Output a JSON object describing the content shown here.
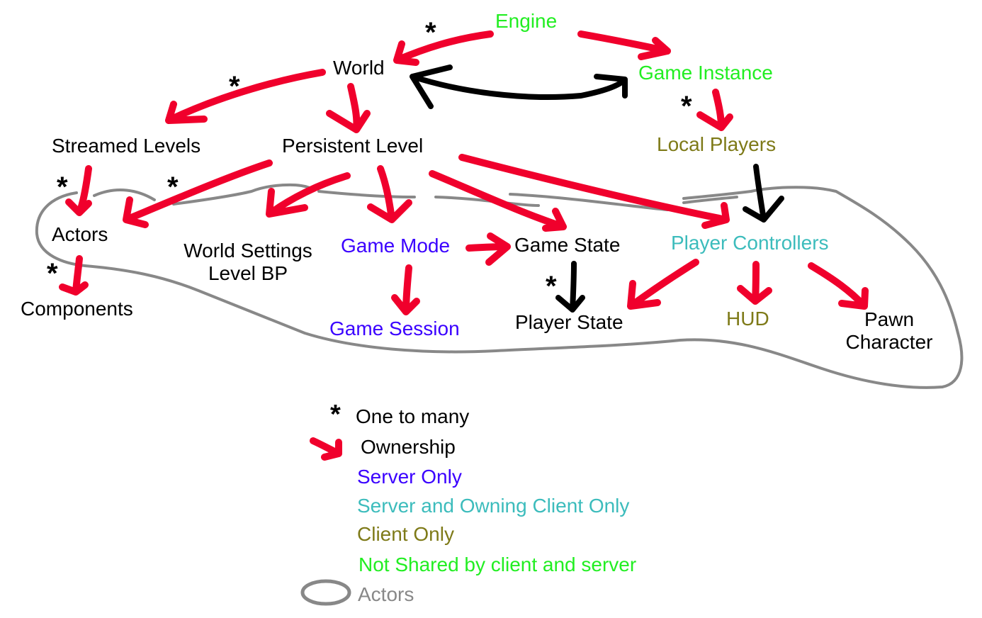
{
  "colors": {
    "ownership_arrow": "#f0002c",
    "reference_arrow": "#000000",
    "actors_outline": "#888888",
    "default_text": "#000000",
    "server_only": "#3a00ff",
    "server_and_owning_client_only": "#3cbcbc",
    "client_only": "#7e7a18",
    "not_shared": "#22ee22",
    "actors_legend": "#888888"
  },
  "nodes": {
    "engine": {
      "label": "Engine",
      "category": "not_shared"
    },
    "world": {
      "label": "World",
      "category": "default"
    },
    "game_instance": {
      "label": "Game Instance",
      "category": "not_shared"
    },
    "streamed_levels": {
      "label": "Streamed Levels",
      "category": "default"
    },
    "persistent_level": {
      "label": "Persistent Level",
      "category": "default"
    },
    "local_players": {
      "label": "Local Players",
      "category": "client_only"
    },
    "actors": {
      "label": "Actors",
      "category": "default"
    },
    "world_settings": {
      "label": "World Settings",
      "category": "default"
    },
    "level_bp": {
      "label": "Level BP",
      "category": "default"
    },
    "game_mode": {
      "label": "Game Mode",
      "category": "server_only"
    },
    "game_state": {
      "label": "Game State",
      "category": "default"
    },
    "player_controllers": {
      "label": "Player Controllers",
      "category": "server_and_owning_client_only"
    },
    "components": {
      "label": "Components",
      "category": "default"
    },
    "game_session": {
      "label": "Game Session",
      "category": "server_only"
    },
    "player_state": {
      "label": "Player State",
      "category": "default"
    },
    "hud": {
      "label": "HUD",
      "category": "client_only"
    },
    "pawn": {
      "label": "Pawn",
      "category": "default"
    },
    "character": {
      "label": "Character",
      "category": "default"
    }
  },
  "edges": [
    {
      "from": "Engine",
      "to": "World",
      "type": "ownership",
      "one_to_many": true
    },
    {
      "from": "Engine",
      "to": "Game Instance",
      "type": "ownership",
      "one_to_many": false
    },
    {
      "from": "World",
      "to": "Game Instance",
      "type": "reference-bidirectional",
      "one_to_many": false
    },
    {
      "from": "World",
      "to": "Streamed Levels",
      "type": "ownership",
      "one_to_many": true
    },
    {
      "from": "World",
      "to": "Persistent Level",
      "type": "ownership",
      "one_to_many": false
    },
    {
      "from": "Game Instance",
      "to": "Local Players",
      "type": "ownership",
      "one_to_many": true
    },
    {
      "from": "Streamed Levels",
      "to": "Actors",
      "type": "ownership",
      "one_to_many": true
    },
    {
      "from": "Persistent Level",
      "to": "Actors",
      "type": "ownership",
      "one_to_many": true
    },
    {
      "from": "Persistent Level",
      "to": "World Settings / Level BP",
      "type": "ownership",
      "one_to_many": false
    },
    {
      "from": "Persistent Level",
      "to": "Game Mode",
      "type": "ownership",
      "one_to_many": false
    },
    {
      "from": "Persistent Level",
      "to": "Game State",
      "type": "ownership",
      "one_to_many": false
    },
    {
      "from": "Persistent Level",
      "to": "Player Controllers",
      "type": "ownership",
      "one_to_many": false
    },
    {
      "from": "Local Players",
      "to": "Player Controllers",
      "type": "reference",
      "one_to_many": false
    },
    {
      "from": "Actors",
      "to": "Components",
      "type": "ownership",
      "one_to_many": true
    },
    {
      "from": "Game Mode",
      "to": "Game State",
      "type": "ownership",
      "one_to_many": false
    },
    {
      "from": "Game Mode",
      "to": "Game Session",
      "type": "ownership",
      "one_to_many": false
    },
    {
      "from": "Game State",
      "to": "Player State",
      "type": "reference",
      "one_to_many": true
    },
    {
      "from": "Player Controllers",
      "to": "Player State",
      "type": "ownership",
      "one_to_many": false
    },
    {
      "from": "Player Controllers",
      "to": "HUD",
      "type": "ownership",
      "one_to_many": false
    },
    {
      "from": "Player Controllers",
      "to": "Pawn / Character",
      "type": "ownership",
      "one_to_many": false
    }
  ],
  "star_symbol": "*",
  "legend": {
    "one_to_many": "One to many",
    "ownership": "Ownership",
    "server_only": "Server Only",
    "server_and_owning_client_only": "Server and Owning Client Only",
    "client_only": "Client Only",
    "not_shared": "Not Shared by client and server",
    "actors": "Actors"
  }
}
